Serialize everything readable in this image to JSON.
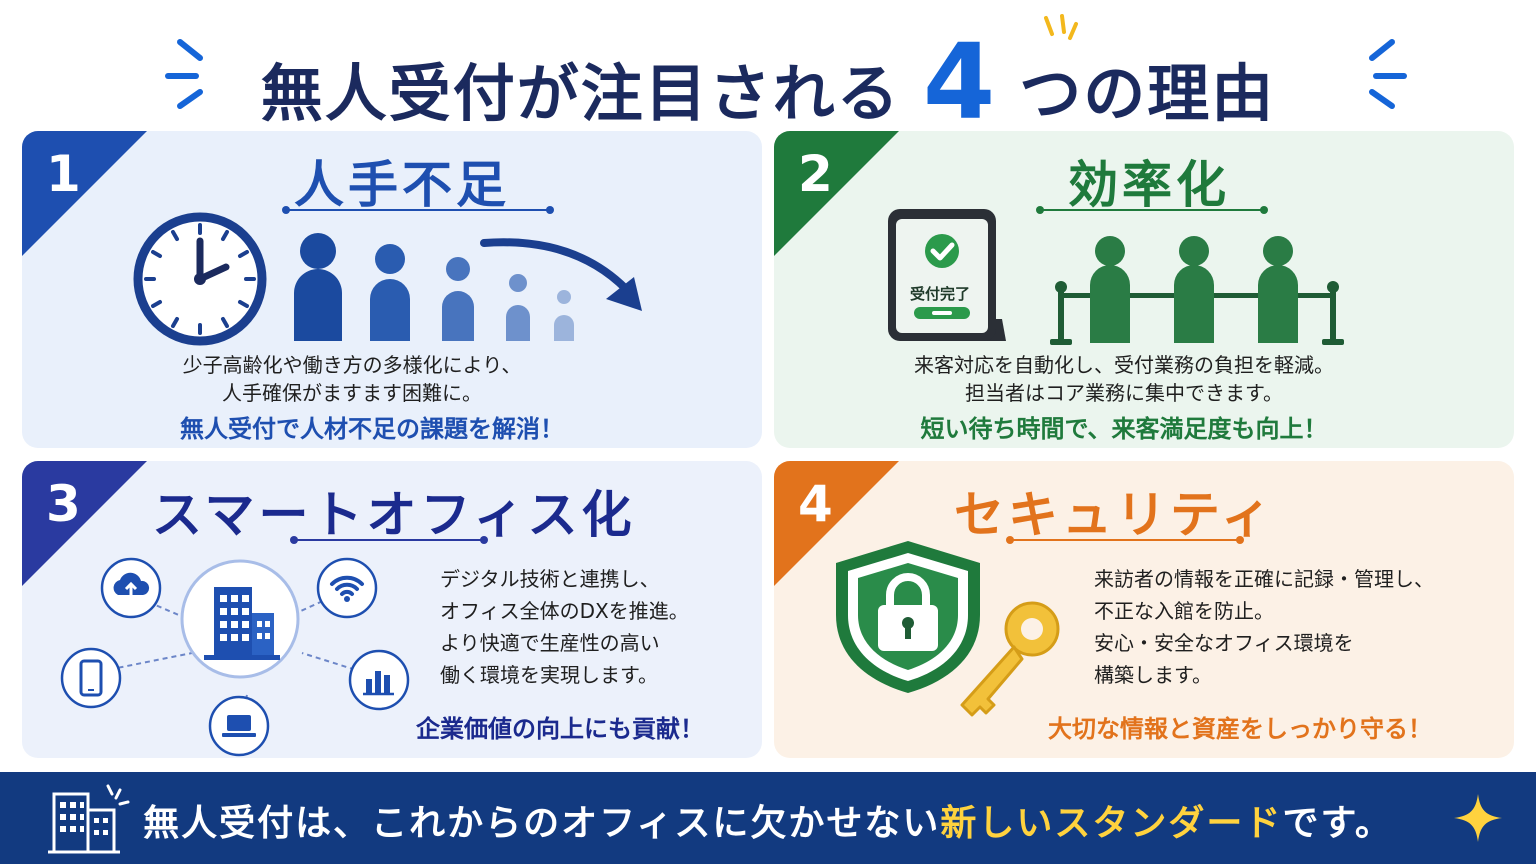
{
  "header": {
    "title_before": "無人受付が注目される",
    "title_number": "4",
    "title_after": "つの理由"
  },
  "cards": [
    {
      "number": "1",
      "heading": "人手不足",
      "lines": [
        "少子高齢化や働き方の多様化により、",
        "人手確保がますます困難に。"
      ],
      "accent": "無人受付で人材不足の課題を解消！"
    },
    {
      "number": "2",
      "heading": "効率化",
      "tablet_label": "受付完了",
      "lines": [
        "来客対応を自動化し、受付業務の負担を軽減。",
        "担当者はコア業務に集中できます。"
      ],
      "accent": "短い待ち時間で、来客満足度も向上！"
    },
    {
      "number": "3",
      "heading": "スマートオフィス化",
      "lines": [
        "デジタル技術と連携し、",
        "オフィス全体のDXを推進。",
        "より快適で生産性の高い",
        "働く環境を実現します。"
      ],
      "accent": "企業価値の向上にも貢献！"
    },
    {
      "number": "4",
      "heading": "セキュリティ",
      "lines": [
        "来訪者の情報を正確に記録・管理し、",
        "不正な入館を防止。",
        "安心・安全なオフィス環境を",
        "構築します。"
      ],
      "accent": "大切な情報と資産をしっかり守る！"
    }
  ],
  "footer": {
    "text_before": "無人受付は、これからのオフィスに欠かせない",
    "text_highlight": "新しいスタンダード",
    "text_after": "です。"
  },
  "colors": {
    "navy": "#1b2a5e",
    "blue": "#1e4fb0",
    "green": "#1f7a3c",
    "indigo": "#2a3aa0",
    "orange": "#e2731c",
    "footer": "#123a80",
    "highlight": "#ffd23e"
  },
  "icons": [
    "clock-icon",
    "people-decreasing-icon",
    "arrow-curve-icon",
    "tablet-check-icon",
    "queue-people-icon",
    "building-icon",
    "cloud-upload-icon",
    "wifi-icon",
    "smartphone-icon",
    "bar-chart-icon",
    "laptop-icon",
    "shield-lock-icon",
    "key-icon",
    "office-building-icon",
    "sparkle-icon"
  ]
}
